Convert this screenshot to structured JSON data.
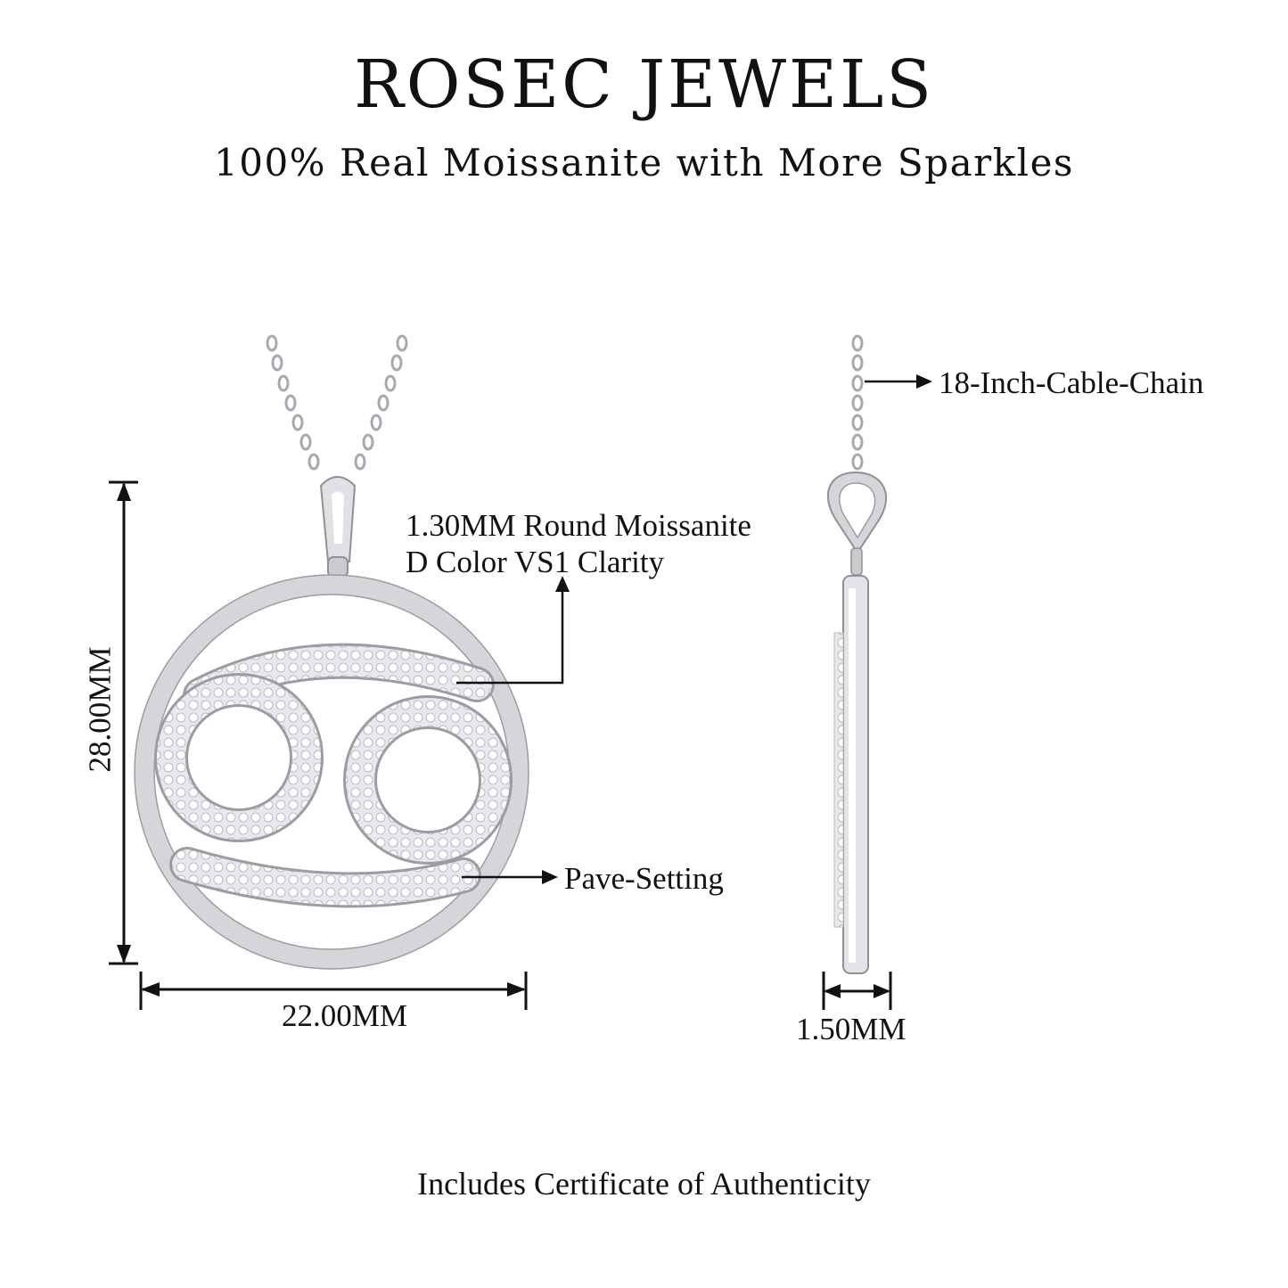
{
  "header": {
    "brand": "ROSEC JEWELS",
    "tagline": "100% Real Moissanite with More Sparkles"
  },
  "annotations": {
    "stone_line1": "1.30MM Round Moissanite",
    "stone_line2": "D Color VS1 Clarity",
    "setting": "Pave-Setting",
    "chain": "18-Inch-Cable-Chain"
  },
  "dimensions": {
    "height": "28.00MM",
    "width": "22.00MM",
    "thickness": "1.50MM"
  },
  "footer": {
    "note": "Includes Certificate of Authenticity"
  },
  "colors": {
    "metal": "#d4d6da",
    "metal_dark": "#9a9da3",
    "text": "#111111"
  }
}
